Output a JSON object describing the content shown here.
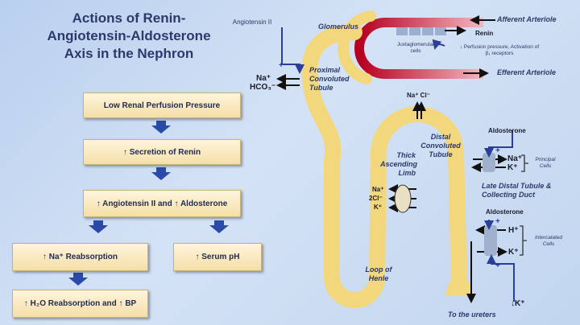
{
  "title": "Actions of Renin-Angiotensin-Aldosterone Axis in the Nephron",
  "flowchart": {
    "boxes": [
      "Low Renal Perfusion Pressure",
      "↑ Secretion of Renin",
      "↑ Angiotensin II and ↑ Aldosterone",
      "↑ Na⁺ Reabsorption",
      "↑ Serum pH",
      "↑ H₂O Reabsorption and ↑ BP"
    ]
  },
  "nephron": {
    "glomerulus": "Glomerulus",
    "afferent": "Afferent Arteriole",
    "efferent": "Efferent Arteriole",
    "renin": "Renin",
    "jg_cells": "Juxtaglomerular cells",
    "jg_stimulus": "↓ Perfusion pressure, Activation of β₁ receptors",
    "angiotensin": "Angiotensin II",
    "pct_ions": [
      "Na⁺",
      "HCO₃⁻"
    ],
    "pct": "Proximal Convoluted Tubule",
    "nacl": "Na⁺ Cl⁻",
    "tal": "Thick Ascending Limb",
    "tal_ions": [
      "Na⁺",
      "2Cl⁻",
      "K⁺"
    ],
    "dct": "Distal Convoluted Tubule",
    "loop": "Loop of Henle",
    "aldosterone_1": "Aldosterone",
    "principal_ions": [
      "Na⁺",
      "K⁺"
    ],
    "principal_cells": "Principal Cells",
    "late_distal": "Late Distal Tubule & Collecting Duct",
    "aldosterone_2": "Aldosterone",
    "intercalated_ions": [
      "H⁺",
      "K⁺"
    ],
    "intercalated_cells": "Intercalated Cells",
    "low_k": "↓K⁺",
    "ureters": "To the ureters",
    "plus": "+"
  },
  "colors": {
    "tubule": "#f3d77c",
    "arteriole": "#c8102e",
    "arrow": "#2a3f9a",
    "box": "#f7e4b0"
  }
}
